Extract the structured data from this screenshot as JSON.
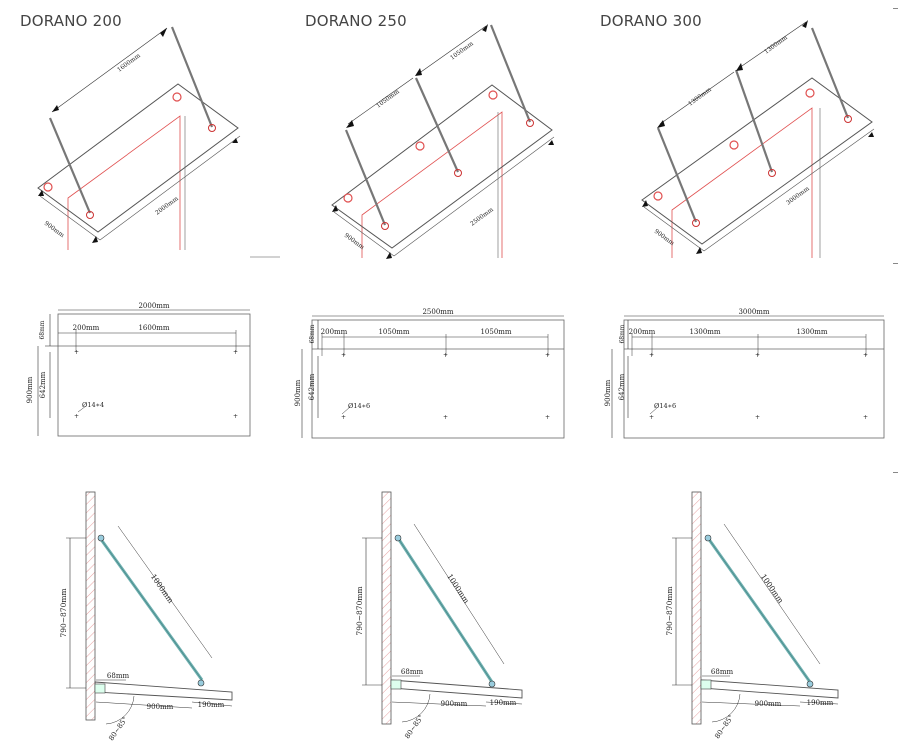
{
  "models": [
    {
      "title": "DORANO  200",
      "top": {
        "span": "1600mm",
        "length": "2000mm",
        "depth": "900mm"
      },
      "plan": {
        "total": "2000mm",
        "first": "200mm",
        "spans": [
          "1600mm"
        ],
        "edge": "68mm",
        "depth": "900mm",
        "hole": "642mm",
        "holes": "Ø14∗4"
      },
      "side": {
        "height": "790~870mm",
        "arm": "1000mm",
        "offset": "68mm",
        "depth": "900mm",
        "end": "190mm",
        "angle": "80~85°"
      }
    },
    {
      "title": "DORANO 250",
      "top": {
        "spans": [
          "1050mm",
          "1050mm"
        ],
        "length": "2500mm",
        "depth": "900mm"
      },
      "plan": {
        "total": "2500mm",
        "first": "200mm",
        "spans": [
          "1050mm",
          "1050mm"
        ],
        "edge": "68mm",
        "depth": "900mm",
        "hole": "642mm",
        "holes": "Ø14∗6"
      },
      "side": {
        "height": "790~870mm",
        "arm": "1000mm",
        "offset": "68mm",
        "depth": "900mm",
        "end": "190mm",
        "angle": "80~85°"
      }
    },
    {
      "title": "DORANO 300",
      "top": {
        "spans": [
          "1300mm",
          "1300mm"
        ],
        "length": "3000mm",
        "depth": "900mm"
      },
      "plan": {
        "total": "3000mm",
        "first": "200mm",
        "spans": [
          "1300mm",
          "1300mm"
        ],
        "edge": "68mm",
        "depth": "900mm",
        "hole": "642mm",
        "holes": "Ø14∗6"
      },
      "side": {
        "height": "790~870mm",
        "arm": "1000mm",
        "offset": "68mm",
        "depth": "900mm",
        "end": "190mm",
        "angle": "80~85°"
      }
    }
  ],
  "colors": {
    "line": "#555555",
    "red": "#e05050",
    "arm": "#6fb0b0",
    "hatch": "#e08a8a"
  }
}
